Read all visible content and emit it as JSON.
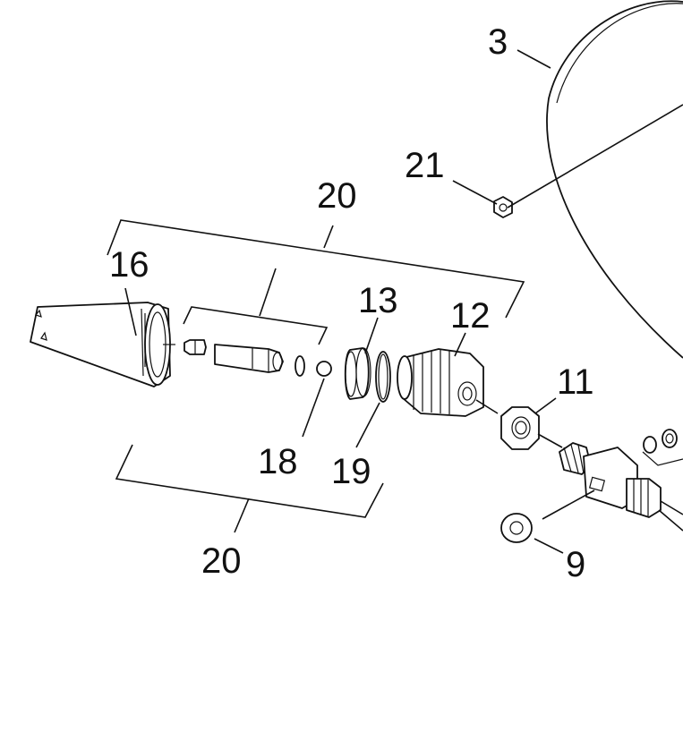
{
  "callouts": {
    "c3": "3",
    "c21": "21",
    "c20_top": "20",
    "c16": "16",
    "c13": "13",
    "c12": "12",
    "c11": "11",
    "c18": "18",
    "c19": "19",
    "c20_bottom": "20",
    "c9": "9"
  }
}
